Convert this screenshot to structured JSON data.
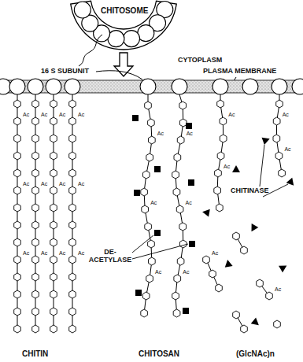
{
  "diagram": {
    "labels": [
      "CHITOSOME",
      "CYTOPLASM",
      "16 S SUBUNIT",
      "PLASMA MEMBRANE",
      "DE-ACETYLASE",
      "CHITINASE",
      "CHITIN",
      "CHITOSAN",
      "(GlcNAc)n",
      "Ac",
      "Ac",
      "Ac",
      "Ac",
      "Ac",
      "Ac",
      "Ac",
      "Ac",
      "Ac",
      "Ac",
      "Ac",
      "Ac",
      "Ac",
      "Ac",
      "Ac",
      "Ac",
      "Ac",
      "Ac",
      "Ac",
      "Ac",
      "Ac",
      "Ac",
      "Ac",
      "Ac"
    ]
  }
}
